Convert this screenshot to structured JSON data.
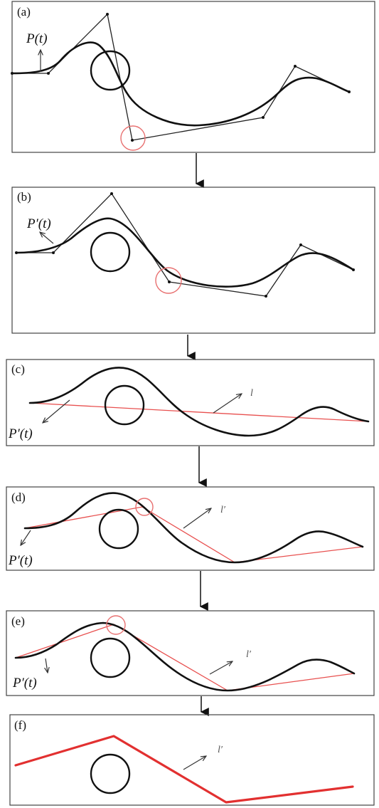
{
  "panels": [
    {
      "label": "(a)",
      "tangent": "P(t)"
    },
    {
      "label": "(b)",
      "tangent": "P′(t)"
    },
    {
      "label": "(c)",
      "tangent": "P′(t)",
      "line": "l"
    },
    {
      "label": "(d)",
      "tangent": "P′(t)",
      "line": "l′"
    },
    {
      "label": "(e)",
      "tangent": "P′(t)",
      "line": "l′"
    },
    {
      "label": "(f)",
      "line": "l′"
    }
  ],
  "colors": {
    "curve": "#111111",
    "highlight": "#e8504f",
    "final_path": "#e23030"
  }
}
